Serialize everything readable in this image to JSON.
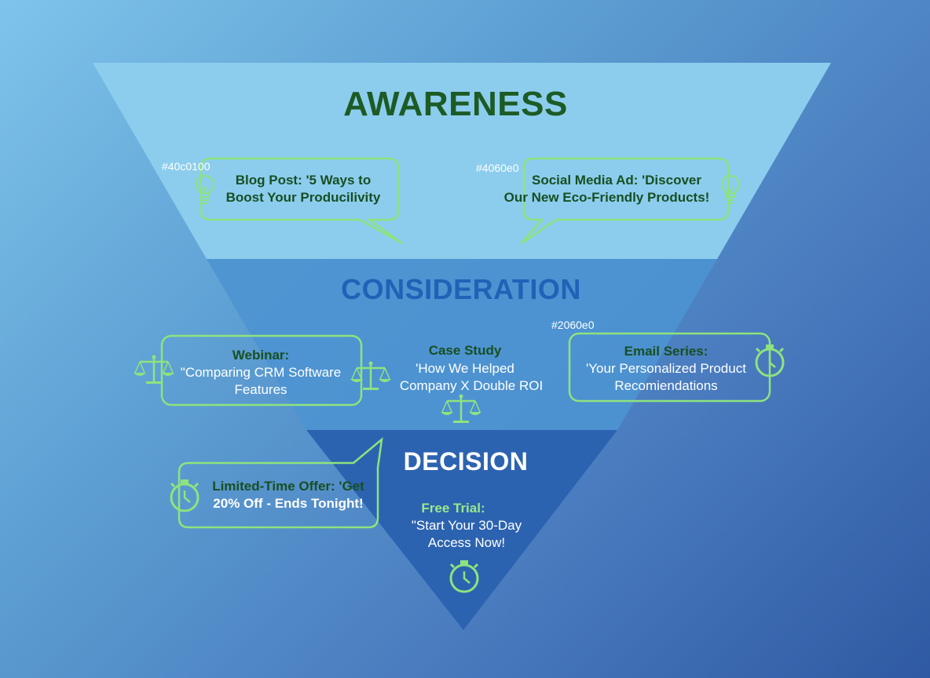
{
  "stages": {
    "awareness": "AWARENESS",
    "consideration": "CONSIDERATION",
    "decision": "DECISION"
  },
  "hex_labels": {
    "blog": "#40c0100",
    "social": "#4060e0",
    "email": "#2060e0"
  },
  "cards": {
    "blog": {
      "line1": "Blog Post: '5 Ways to",
      "line2": "Boost Your Producilivity"
    },
    "social": {
      "line1": "Social Media Ad: 'Discover",
      "line2": "Our New Eco-Friendly Products!"
    },
    "webinar": {
      "title": "Webinar:",
      "line1": "\"Comparing CRM Software",
      "line2": "Features"
    },
    "case_study": {
      "title": "Case Study",
      "line1": "'How We Helped",
      "line2": "Company X Double ROI"
    },
    "email": {
      "title": "Email Series:",
      "line1": "'Your Personalized Product",
      "line2": "Recomiendations"
    },
    "offer": {
      "line1": "Limited-Time Offer:  'Get",
      "line2": "20% Off - Ends Tonight!"
    },
    "trial": {
      "title": "Free Trial:",
      "line1": "\"Start Your 30-Day",
      "line2": "Access Now!"
    }
  },
  "colors": {
    "awareness_band": "#8ccdee",
    "consideration_band": "#4c93d2",
    "decision_band": "#2c63b0",
    "awareness_title": "#1d5b25",
    "consideration_title": "#1f63b7",
    "decision_title": "#ffffff",
    "outline_green": "#8ee37e",
    "dark_green_text": "#174f22",
    "light_green_text": "#9be889"
  },
  "icons": [
    "lightbulb-icon",
    "scales-icon",
    "stopwatch-icon"
  ]
}
